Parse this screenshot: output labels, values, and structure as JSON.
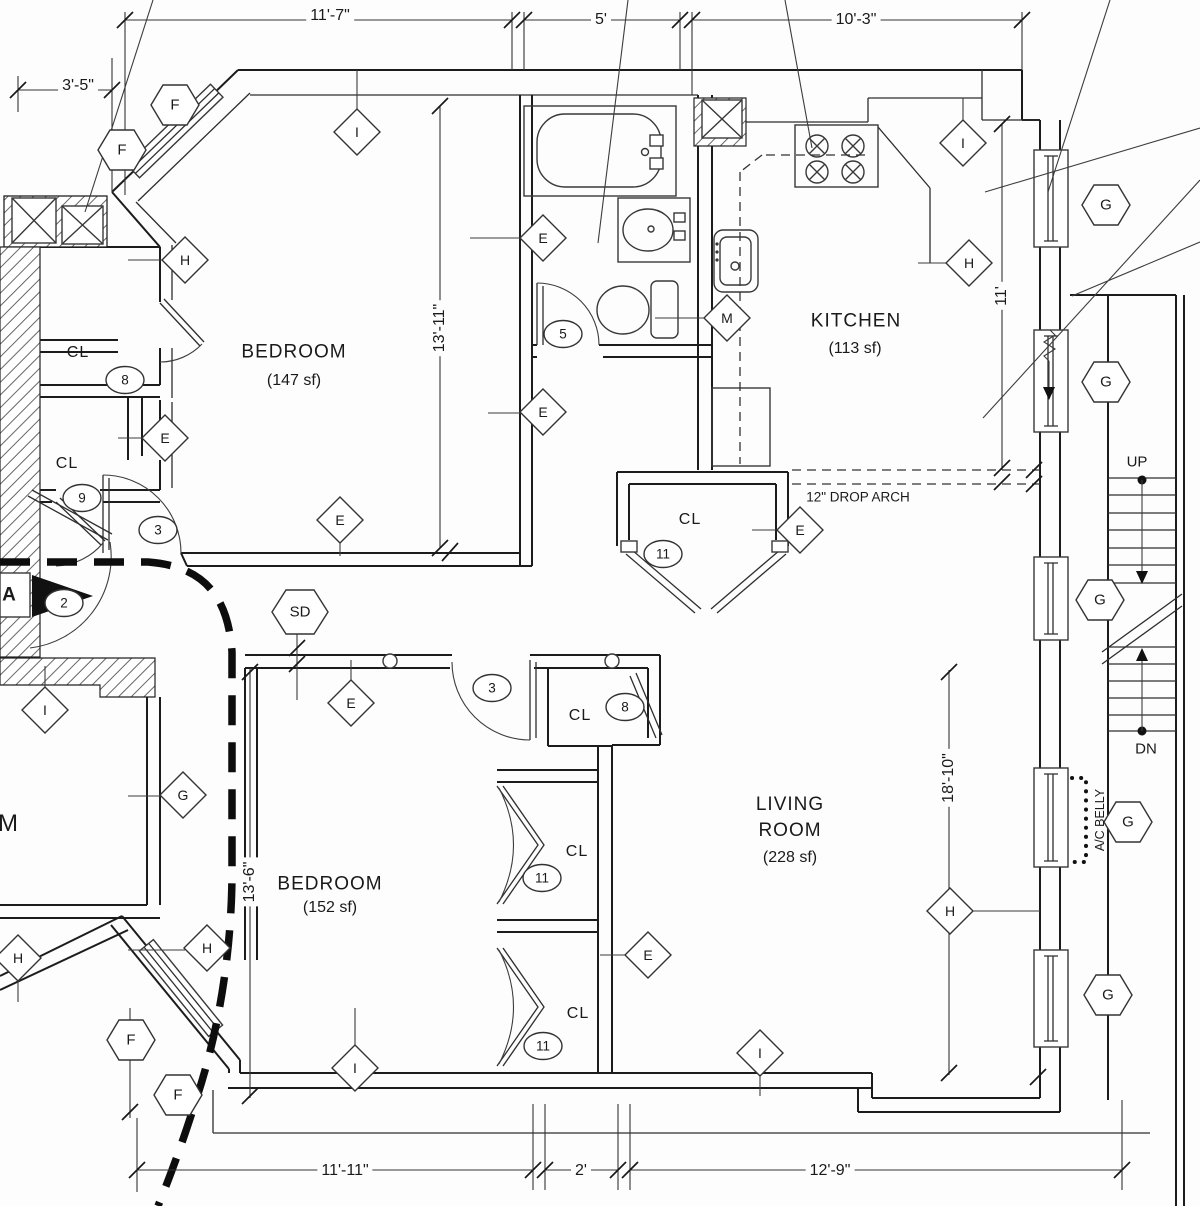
{
  "dimensions": {
    "top": [
      {
        "text": "11'-7\""
      },
      {
        "text": "5'"
      },
      {
        "text": "10'-3\""
      }
    ],
    "left_upper": {
      "text": "3'-5\""
    },
    "bedroom1_height": {
      "text": "13'-11\""
    },
    "kitchen_height": {
      "text": "11'"
    },
    "living_height": {
      "text": "18'-10\""
    },
    "bedroom2_height": {
      "text": "13'-6\""
    },
    "bottom": [
      {
        "text": "11'-11\""
      },
      {
        "text": "2'"
      },
      {
        "text": "12'-9\""
      }
    ]
  },
  "rooms": [
    {
      "name": "BEDROOM",
      "area": "(147 sf)"
    },
    {
      "name": "KITCHEN",
      "area": "(113 sf)"
    },
    {
      "name": "LIVING ROOM",
      "area": "(228 sf)"
    },
    {
      "name": "BEDROOM",
      "area": "(152 sf)"
    }
  ],
  "closet_label": "CL",
  "annotations": {
    "drop_arch": "12\" DROP ARCH",
    "ac_belly": "A/C BELLY",
    "stairs_up": "UP",
    "stairs_down": "DN",
    "partial_room_label": "M",
    "section_marker": "A"
  },
  "markers": {
    "hexagons": [
      {
        "label": "F"
      },
      {
        "label": "F"
      },
      {
        "label": "SD"
      },
      {
        "label": "G"
      },
      {
        "label": "G"
      },
      {
        "label": "G"
      },
      {
        "label": "G"
      },
      {
        "label": "G"
      },
      {
        "label": "F"
      },
      {
        "label": "F"
      }
    ],
    "diamonds": [
      {
        "label": "I"
      },
      {
        "label": "I"
      },
      {
        "label": "E"
      },
      {
        "label": "H"
      },
      {
        "label": "H"
      },
      {
        "label": "M"
      },
      {
        "label": "E"
      },
      {
        "label": "E"
      },
      {
        "label": "E"
      },
      {
        "label": "E"
      },
      {
        "label": "I"
      },
      {
        "label": "E"
      },
      {
        "label": "G"
      },
      {
        "label": "H"
      },
      {
        "label": "H"
      },
      {
        "label": "E"
      },
      {
        "label": "H"
      },
      {
        "label": "I"
      },
      {
        "label": "I"
      }
    ],
    "circles": [
      {
        "label": "8"
      },
      {
        "label": "9"
      },
      {
        "label": "3"
      },
      {
        "label": "5"
      },
      {
        "label": "11"
      },
      {
        "label": "2"
      },
      {
        "label": "3"
      },
      {
        "label": "8"
      },
      {
        "label": "11"
      },
      {
        "label": "11"
      }
    ]
  }
}
